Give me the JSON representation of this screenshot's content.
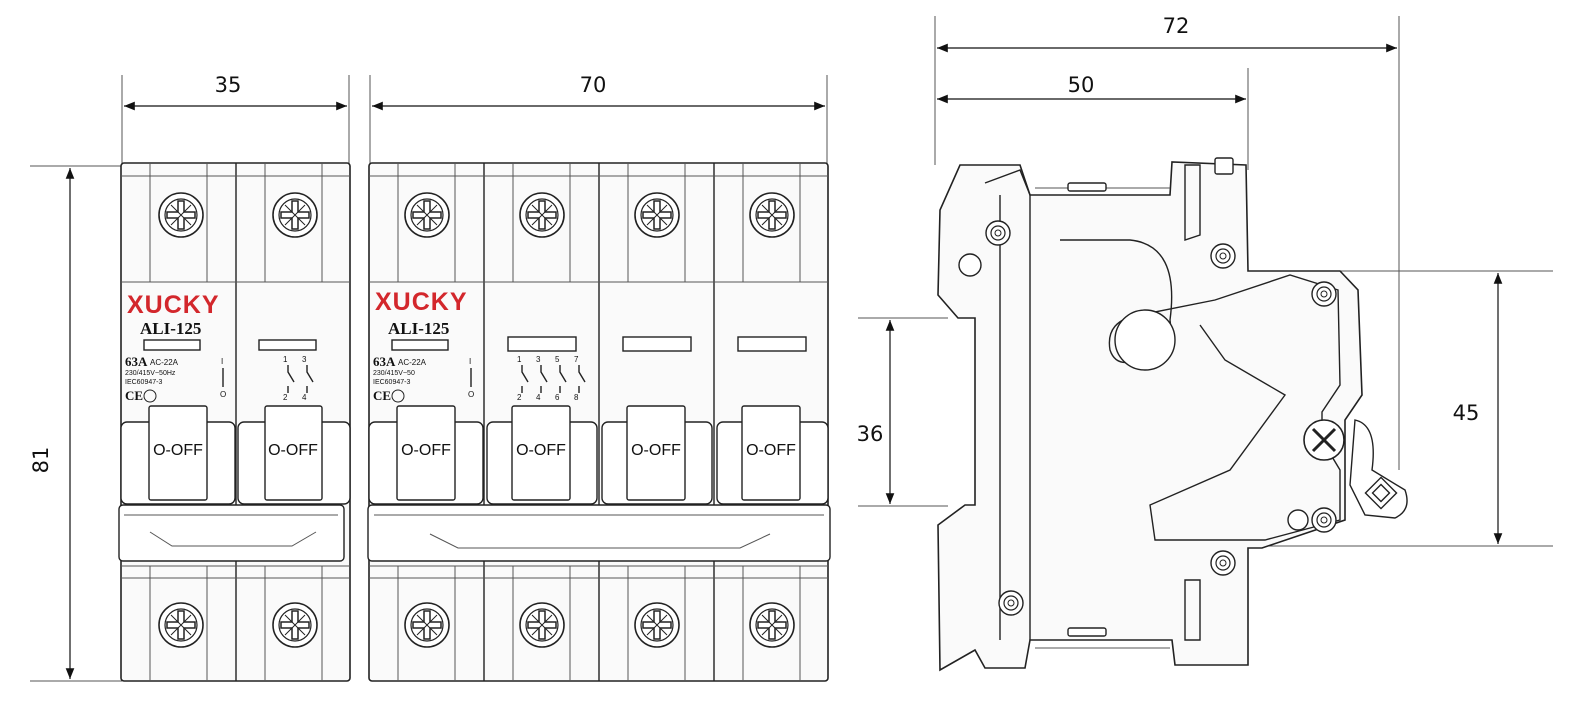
{
  "dimensions": {
    "width_2pole": "35",
    "width_4pole": "70",
    "height": "81",
    "depth_total": "72",
    "depth_front": "50",
    "rail": "36",
    "face_height": "45"
  },
  "breaker_2pole": {
    "brand": "XUCKY",
    "model": "ALI-125",
    "rating": "63A",
    "category": "AC-22A",
    "voltage": "230/415V~50Hz",
    "standard": "IEC60947-3",
    "marks": "CE",
    "toggle_labels": [
      "O-OFF",
      "O-OFF"
    ],
    "terminal_top": [
      "1",
      "3"
    ],
    "terminal_bottom": [
      "2",
      "4"
    ]
  },
  "breaker_4pole": {
    "brand": "XUCKY",
    "model": "ALI-125",
    "rating": "63A",
    "category": "AC-22A",
    "voltage": "230/415V~50",
    "standard": "IEC60947-3",
    "marks": "CE",
    "toggle_labels": [
      "O-OFF",
      "O-OFF",
      "O-OFF",
      "O-OFF"
    ],
    "terminal_top": [
      "1",
      "3",
      "5",
      "7"
    ],
    "terminal_bottom": [
      "2",
      "4",
      "6",
      "8"
    ]
  },
  "pole_marks": [
    "I",
    "O"
  ]
}
